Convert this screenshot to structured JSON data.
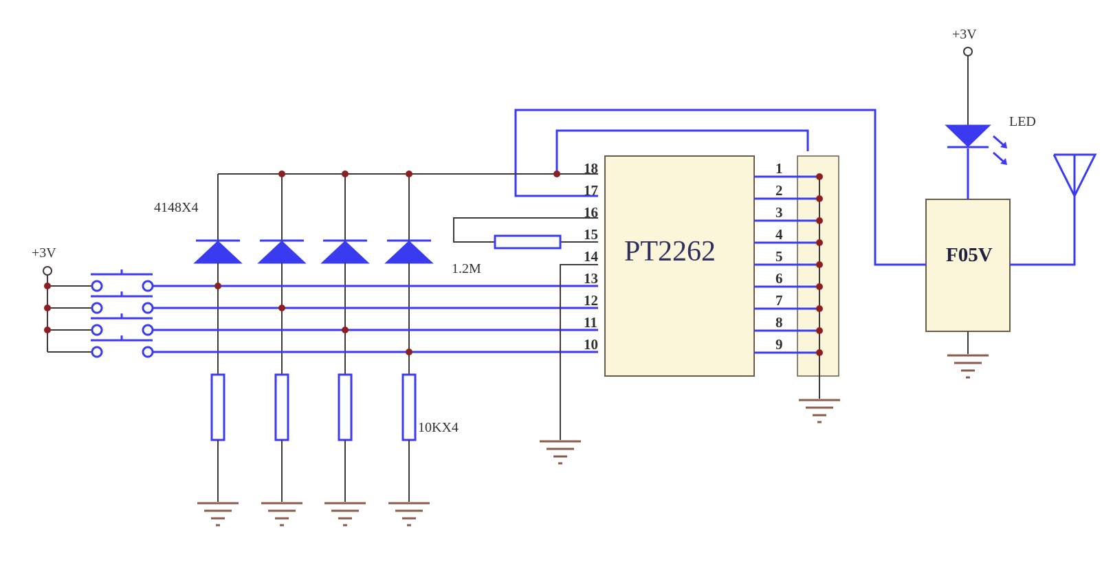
{
  "chip": {
    "name": "PT2262"
  },
  "module": {
    "name": "F05V"
  },
  "labels": {
    "supply_left": "+3V",
    "supply_right": "+3V",
    "diodes": "4148X4",
    "resistors": "10KX4",
    "osc_resistor": "1.2M",
    "led": "LED"
  },
  "pins_left": [
    "18",
    "17",
    "16",
    "15",
    "14",
    "13",
    "12",
    "11",
    "10"
  ],
  "pins_right": [
    "1",
    "2",
    "3",
    "4",
    "5",
    "6",
    "7",
    "8",
    "9"
  ],
  "colors": {
    "wire": "#3a3af0",
    "chip_fill": "#fbf6d9",
    "junction": "#8b2020"
  }
}
